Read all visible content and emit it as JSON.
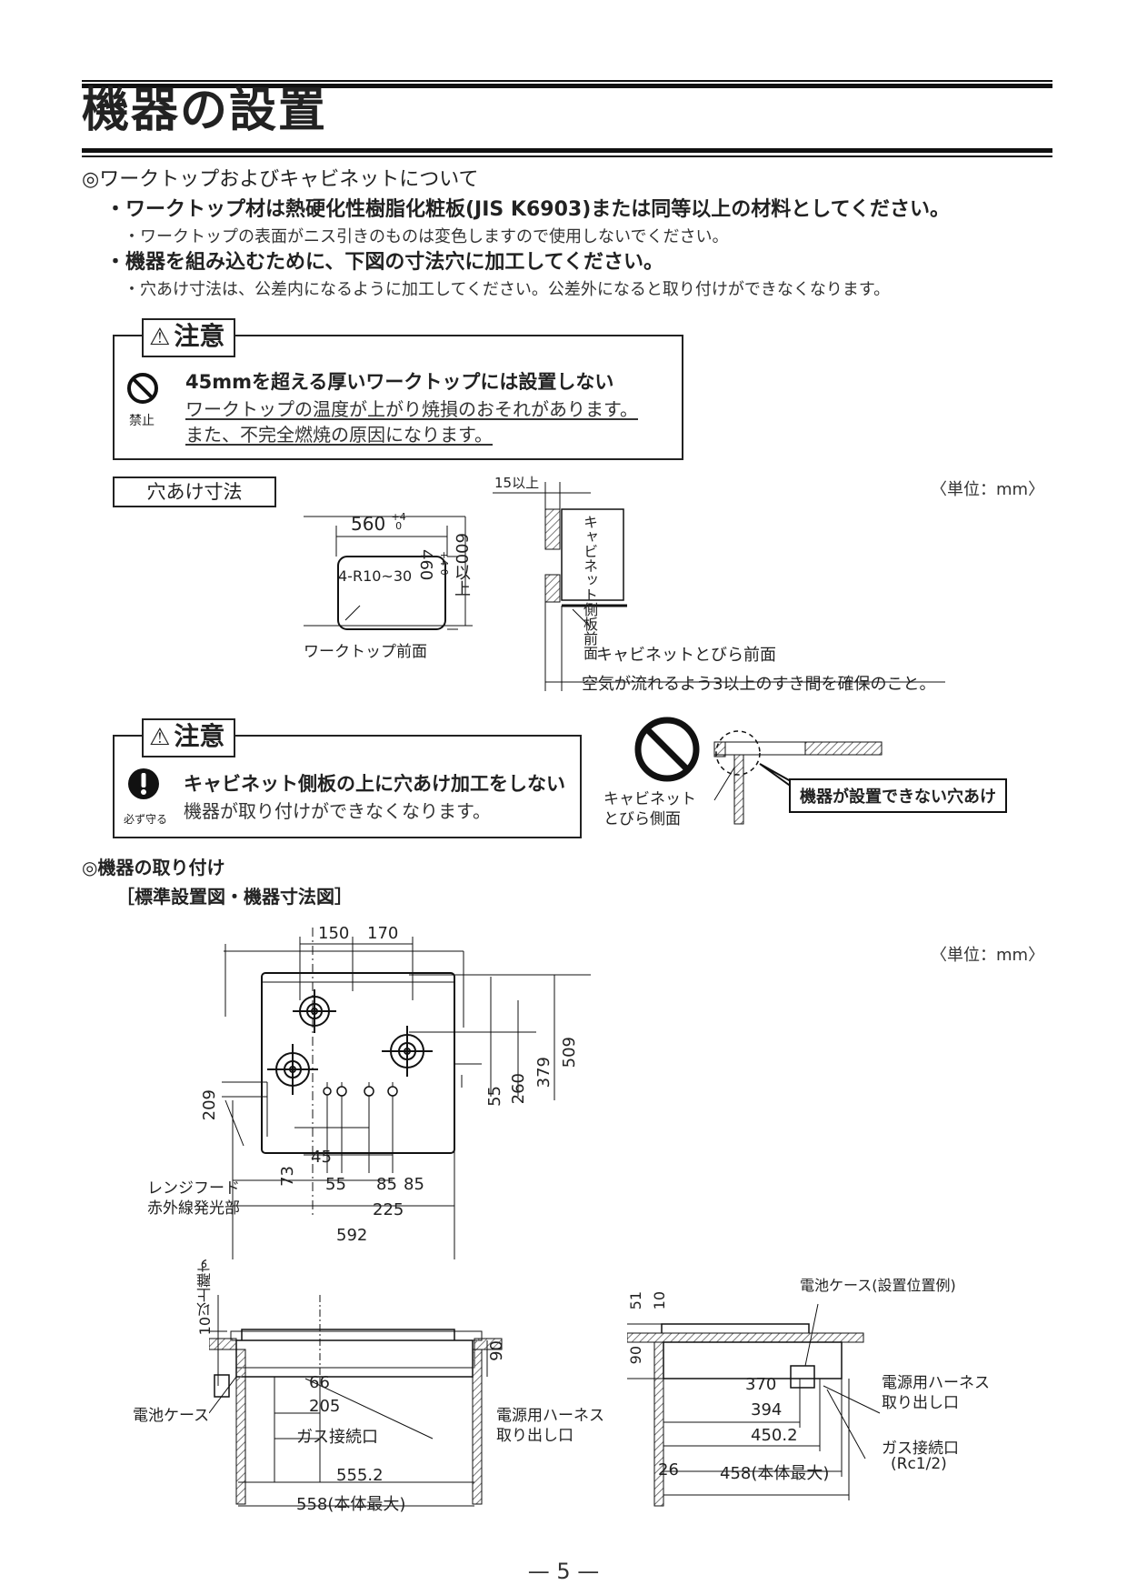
{
  "page": {
    "title": "機器の設置",
    "page_number": "— 5 —",
    "unit": "〈単位：mm〉"
  },
  "worktop": {
    "heading": "◎ワークトップおよびキャビネットについて",
    "bullet1": "・ワークトップ材は熱硬化性樹脂化粧板(JIS K6903)または同等以上の材料としてください。",
    "note1": "・ワークトップの表面がニス引きのものは変色しますので使用しないでください。",
    "bullet2": "・機器を組み込むために、下図の寸法穴に加工してください。",
    "note2": "・穴あけ寸法は、公差内になるように加工してください。公差外になると取り付けができなくなります。"
  },
  "caution1": {
    "tag": "注意",
    "icon_label": "禁止",
    "heading": "45mmを超える厚いワークトップには設置しない",
    "line1": "ワークトップの温度が上がり焼損のおそれがあります。",
    "line2": "また、不完全燃焼の原因になります。"
  },
  "hole": {
    "label": "穴あけ寸法",
    "width": "560",
    "width_tol_plus": "+4",
    "width_tol_zero": "0",
    "depth": "460",
    "depth_tol_plus": "+4",
    "depth_tol_zero": "0",
    "radius": "4-R10~30",
    "min_depth": "600以上",
    "worktop_front": "ワークトップ前面",
    "gap_top": "15以上",
    "cabinet_side_front": "キャビネット側板前面",
    "cabinet_door_front": "キャビネットとびら前面",
    "airflow_note": "空気が流れるよう3以上のすき間を確保のこと。"
  },
  "caution2": {
    "tag": "注意",
    "icon_label": "必ず守る",
    "heading": "キャビネット側板の上に穴あけ加工をしない",
    "line1": "機器が取り付けができなくなります。",
    "door_side_label_1": "キャビネット",
    "door_side_label_2": "とびら側面",
    "callout": "機器が設置できない穴あけ"
  },
  "install": {
    "heading": "◎機器の取り付け",
    "subheading": "［標準設置図・機器寸法図］",
    "top": {
      "d150": "150",
      "d170": "170",
      "d509": "509",
      "d379": "379",
      "d260": "260",
      "d55v": "55",
      "d209": "209",
      "d73": "73",
      "d45": "45",
      "d55h": "55",
      "d85a": "85",
      "d85b": "85",
      "d225": "225",
      "d592": "592",
      "rangehood_label_1": "レンジフード",
      "rangehood_label_2": "赤外線発光部"
    },
    "front": {
      "clearance": "10以上離す",
      "d90": "90",
      "d66": "66",
      "d205": "205",
      "gas": "ガス接続口",
      "d5552": "555.2",
      "d558": "558(本体最大)",
      "battery": "電池ケース",
      "harness_1": "電源用ハーネス",
      "harness_2": "取り出し口"
    },
    "side": {
      "battery_example": "電池ケース(設置位置例)",
      "d51": "51",
      "d10": "10",
      "d90": "90",
      "d370": "370",
      "d394": "394",
      "d4502": "450.2",
      "d26": "26",
      "d458": "458(本体最大)",
      "harness_1": "電源用ハーネス",
      "harness_2": "取り出し口",
      "gas_1": "ガス接続口",
      "gas_2": "(Rc1/2)"
    }
  },
  "colors": {
    "text": "#222222",
    "line": "#111111",
    "hatch": "#777777"
  }
}
